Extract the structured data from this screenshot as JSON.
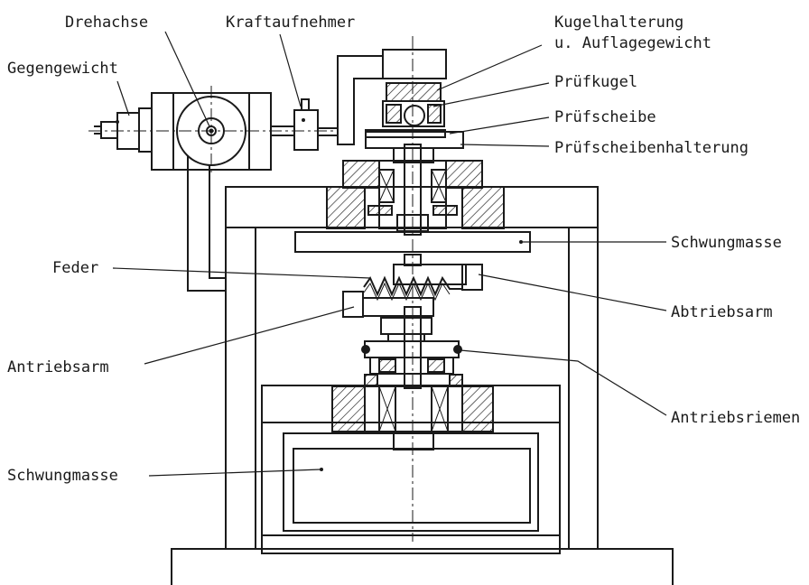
{
  "labels": {
    "drehachse": "Drehachse",
    "kraftaufnehmer": "Kraftaufnehmer",
    "kugelhalterung_1": "Kugelhalterung",
    "kugelhalterung_2": "u. Auflagegewicht",
    "gegengewicht": "Gegengewicht",
    "pruefkugel": "Prüfkugel",
    "pruefscheibe": "Prüfscheibe",
    "pruefscheibenhalterung": "Prüfscheibenhalterung",
    "schwungmasse_oben": "Schwungmasse",
    "feder": "Feder",
    "abtriebsarm": "Abtriebsarm",
    "antriebsarm": "Antriebsarm",
    "antriebsriemen": "Antriebsriemen",
    "schwungmasse_unten": "Schwungmasse"
  },
  "colors": {
    "ink": "#1a1a1a",
    "paper": "#ffffff"
  }
}
